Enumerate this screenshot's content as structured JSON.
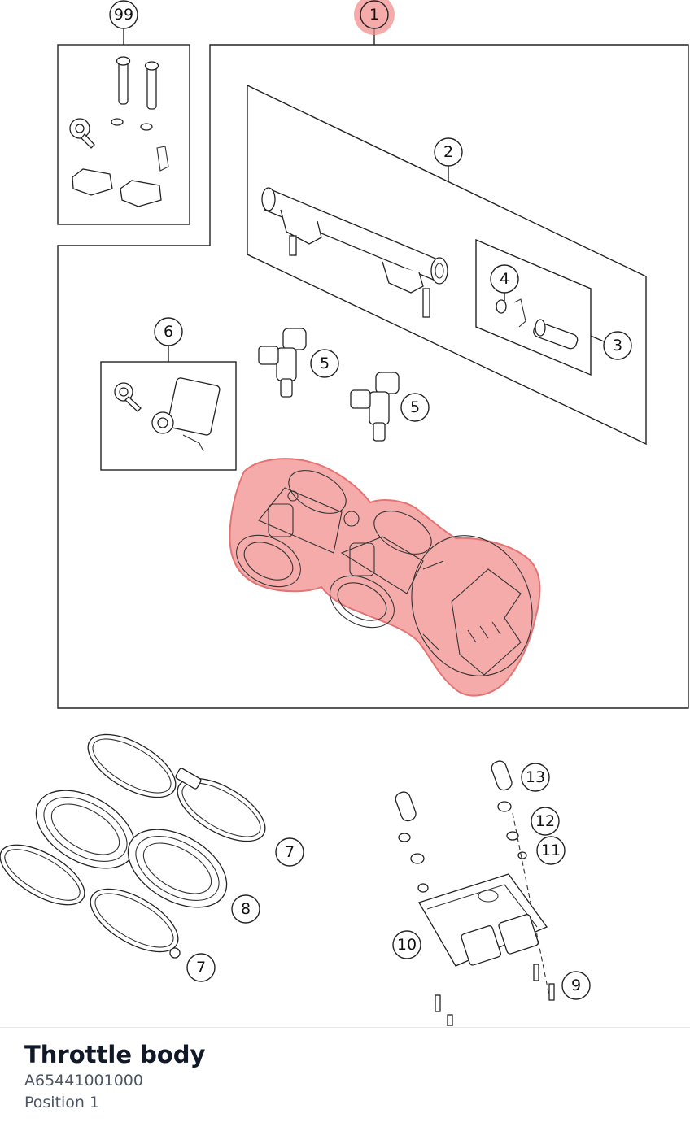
{
  "part": {
    "title": "Throttle body",
    "number": "A65441001000",
    "position": "Position 1"
  },
  "diagram": {
    "highlight_color": "#f28b8b",
    "selected_callout": "1",
    "callouts": {
      "c99": "99",
      "c1": "1",
      "c2": "2",
      "c3": "3",
      "c4": "4",
      "c5a": "5",
      "c5b": "5",
      "c6": "6",
      "c7a": "7",
      "c7b": "7",
      "c8": "8",
      "c9": "9",
      "c10": "10",
      "c11": "11",
      "c12": "12",
      "c13": "13"
    }
  }
}
